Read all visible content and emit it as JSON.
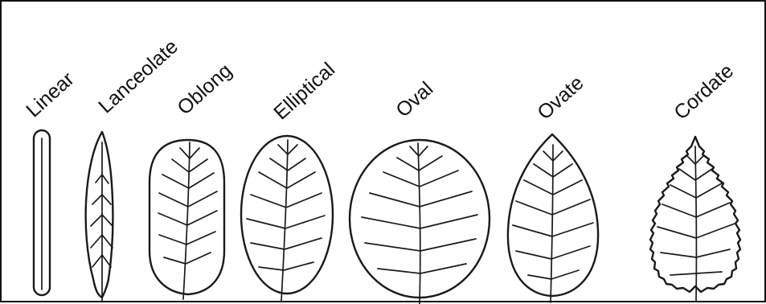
{
  "leaf_shapes": [
    {
      "key": "linear",
      "label": "Linear"
    },
    {
      "key": "lanceolate",
      "label": "Lanceolate"
    },
    {
      "key": "oblong",
      "label": "Oblong"
    },
    {
      "key": "elliptical",
      "label": "Elliptical"
    },
    {
      "key": "oval",
      "label": "Oval"
    },
    {
      "key": "ovate",
      "label": "Ovate"
    },
    {
      "key": "cordate",
      "label": "Cordate"
    }
  ],
  "colors": {
    "line": "#1a1a1a",
    "background": "#ffffff",
    "border": "#111111"
  }
}
